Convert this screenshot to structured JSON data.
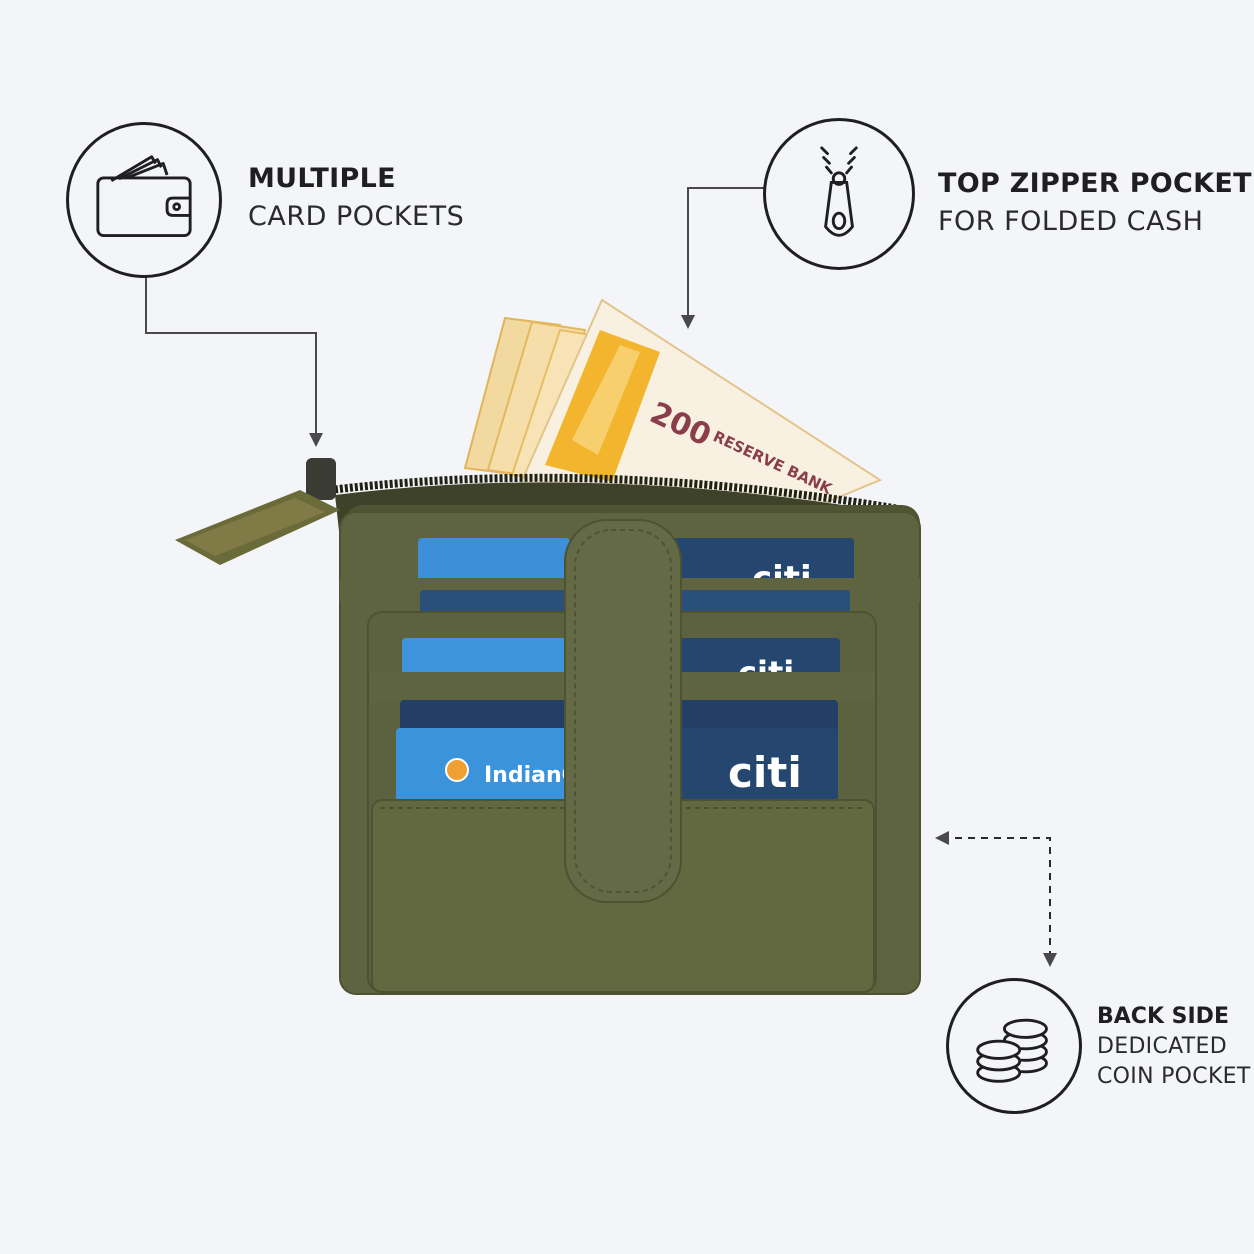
{
  "features": {
    "card_pockets": {
      "title": "MULTIPLE",
      "subtitle": "CARD POCKETS",
      "icon": "wallet-icon"
    },
    "zipper_pocket": {
      "title": "TOP ZIPPER POCKET",
      "subtitle": "FOR FOLDED CASH",
      "icon": "zipper-icon"
    },
    "coin_pocket": {
      "title": "BACK SIDE",
      "subtitle_line1": "DEDICATED",
      "subtitle_line2": "COIN POCKET",
      "icon": "coins-icon"
    }
  },
  "product": {
    "wallet_color": "#5f6440",
    "card_brand": "citi",
    "card_issuer": "IndianOil",
    "banknote_value": "200",
    "banknote_text": "RESERVE BANK"
  }
}
